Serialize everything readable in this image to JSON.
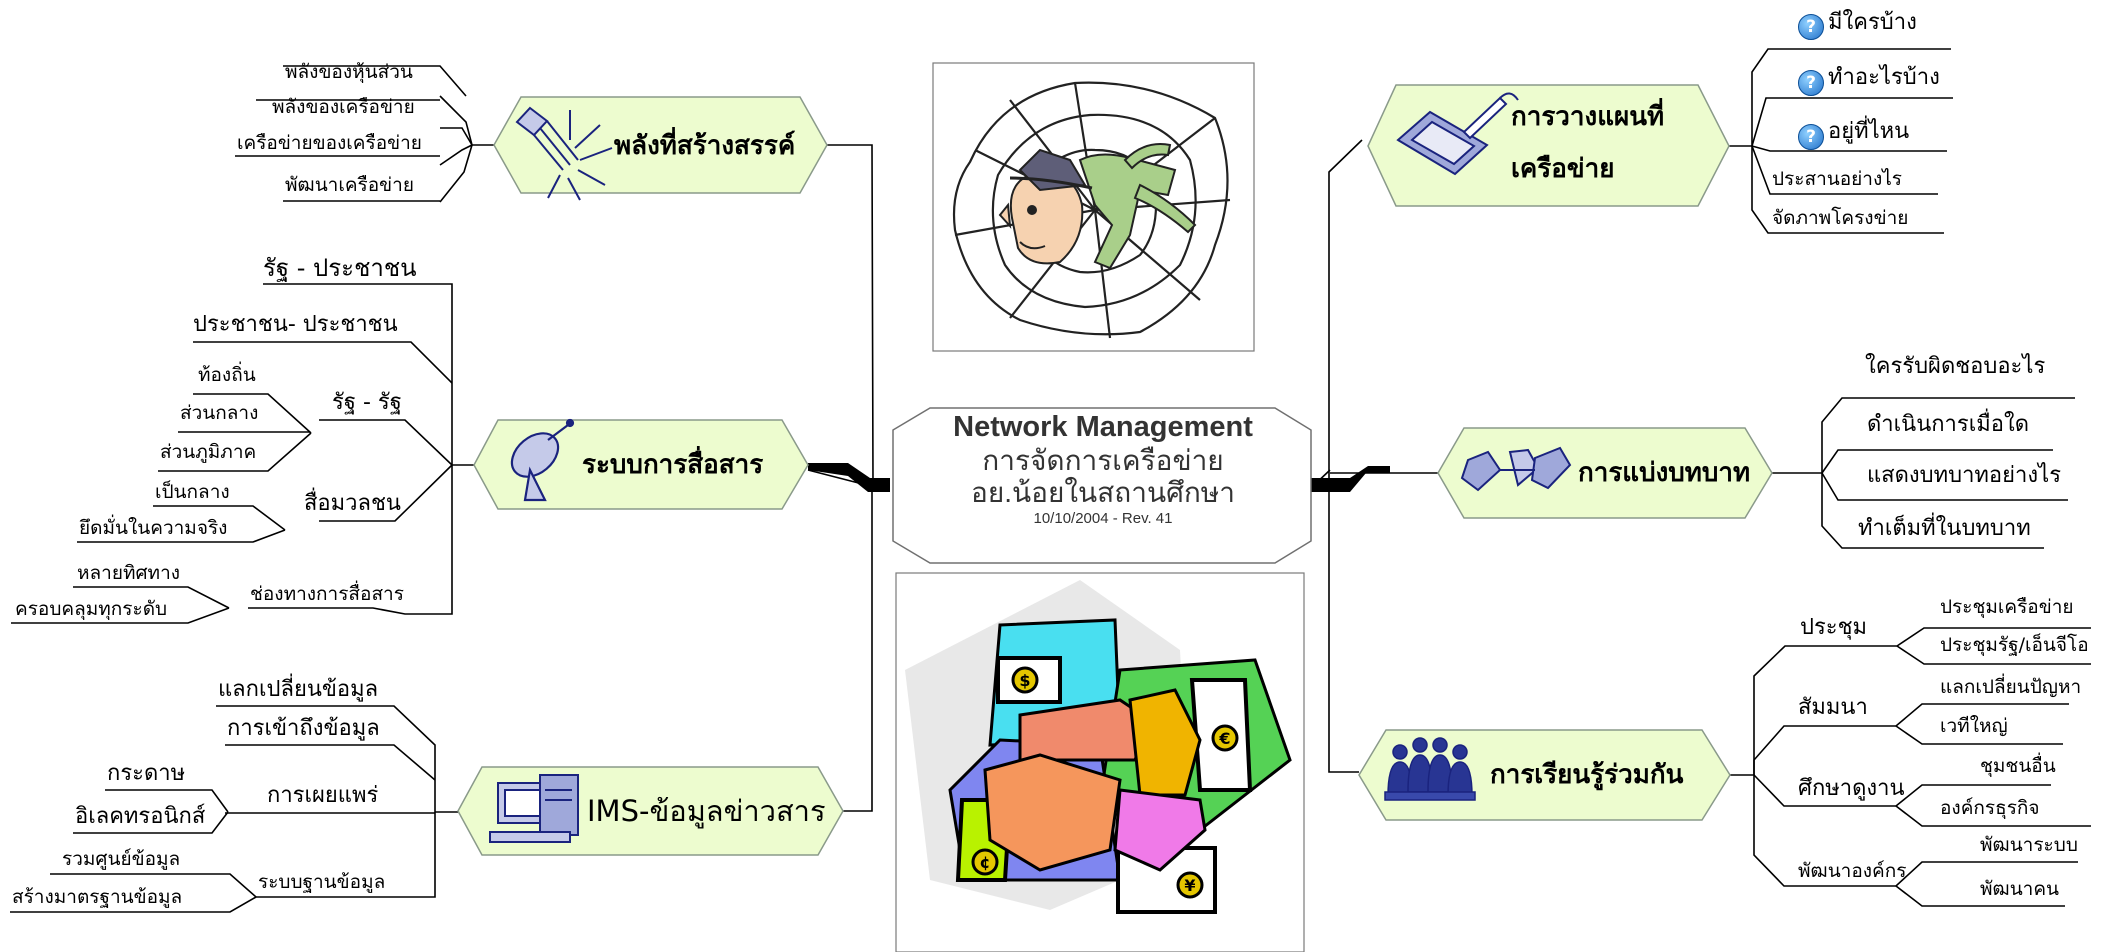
{
  "center": {
    "title": "Network Management",
    "subtitle": "การจัดการเครือข่าย",
    "subtitle2": "อย.น้อยในสถานศึกษา",
    "revision": "10/10/2004 - Rev. 41"
  },
  "colors": {
    "node_fill": "#edfccf",
    "node_border": "#8a9a8a",
    "line": "#000000"
  },
  "left": {
    "power": {
      "title": "พลังที่สร้างสรรค์",
      "items": [
        "พลังของหุ้นส่วน",
        "พลังของเครือข่าย",
        "เครือข่ายของเครือข่าย",
        "พัฒนาเครือข่าย"
      ]
    },
    "comm": {
      "title": "ระบบการสื่อสาร",
      "items": {
        "state_people": "รัฐ - ประชาชน",
        "people_people": "ประชาชน- ประชาชน",
        "state_state": "รัฐ - รัฐ",
        "local": "ท้องถิ่น",
        "central": "ส่วนกลาง",
        "regional": "ส่วนภูมิภาค",
        "mass_media": "สื่อมวลชน",
        "neutral": "เป็นกลาง",
        "truth": "ยึดมั่นในความจริง",
        "channels": "ช่องทางการสื่อสาร",
        "multi_dir": "หลายทิศทาง",
        "all_levels": "ครอบคลุมทุกระดับ"
      }
    },
    "ims": {
      "title": "IMS-ข้อมูลข่าวสาร",
      "items": {
        "exchange": "แลกเปลี่ยนข้อมูล",
        "access": "การเข้าถึงข้อมูล",
        "publish": "การเผยแพร่",
        "paper": "กระดาษ",
        "electronic": "อิเลคทรอนิกส์",
        "database": "ระบบฐานข้อมูล",
        "data_center": "รวมศูนย์ข้อมูล",
        "data_standard": "สร้างมาตรฐานข้อมูล"
      }
    }
  },
  "right": {
    "plan": {
      "title1": "การวางแผนที่",
      "title2": "เครือข่าย",
      "items": [
        "มีใครบ้าง",
        "ทำอะไรบ้าง",
        "อยู่ที่ไหน",
        "ประสานอย่างไร",
        "จัดภาพโครงข่าย"
      ]
    },
    "roles": {
      "title": "การแบ่งบทบาท",
      "items": [
        "ใครรับผิดชอบอะไร",
        "ดำเนินการเมื่อใด",
        "แสดงบทบาทอย่างไร",
        "ทำเต็มที่ในบทบาท"
      ]
    },
    "learn": {
      "title": "การเรียนรู้ร่วมกัน",
      "items": {
        "meeting": "ประชุม",
        "net_meeting": "ประชุมเครือข่าย",
        "gov_ngo": "ประชุมรัฐ/เอ็นจีโอ",
        "seminar": "สัมมนา",
        "share_problems": "แลกเปลี่ยนปัญหา",
        "big_stage": "เวทีใหญ่",
        "study_visit": "ศึกษาดูงาน",
        "other_community": "ชุมชนอื่น",
        "business": "องค์กรธุรกิจ",
        "org_dev": "พัฒนาองค์กร",
        "system_dev": "พัฒนาระบบ",
        "people_dev": "พัฒนาคน"
      }
    }
  }
}
